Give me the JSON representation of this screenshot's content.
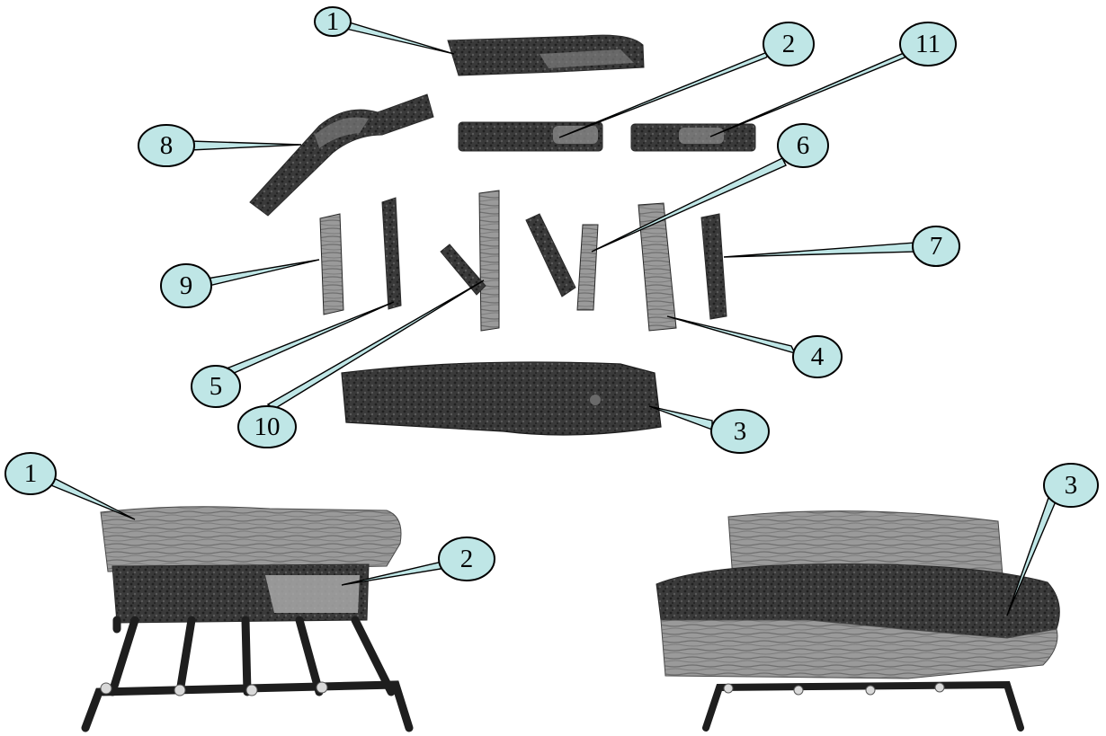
{
  "colors": {
    "bubble_fill": "#bfe6e6",
    "outline": "#000000",
    "bark_dark": "#2b2b2b",
    "bark_mid": "#4a4a4a",
    "wood_light": "#8a8a8a",
    "grate": "#1e1e1e"
  },
  "parts_layout": {
    "callouts": [
      "1",
      "2",
      "11",
      "8",
      "6",
      "9",
      "7",
      "5",
      "10",
      "4",
      "3"
    ]
  },
  "assembled_grate_view": {
    "callouts": [
      "1",
      "2"
    ]
  },
  "assembled_side_view": {
    "callouts": [
      "3"
    ]
  }
}
